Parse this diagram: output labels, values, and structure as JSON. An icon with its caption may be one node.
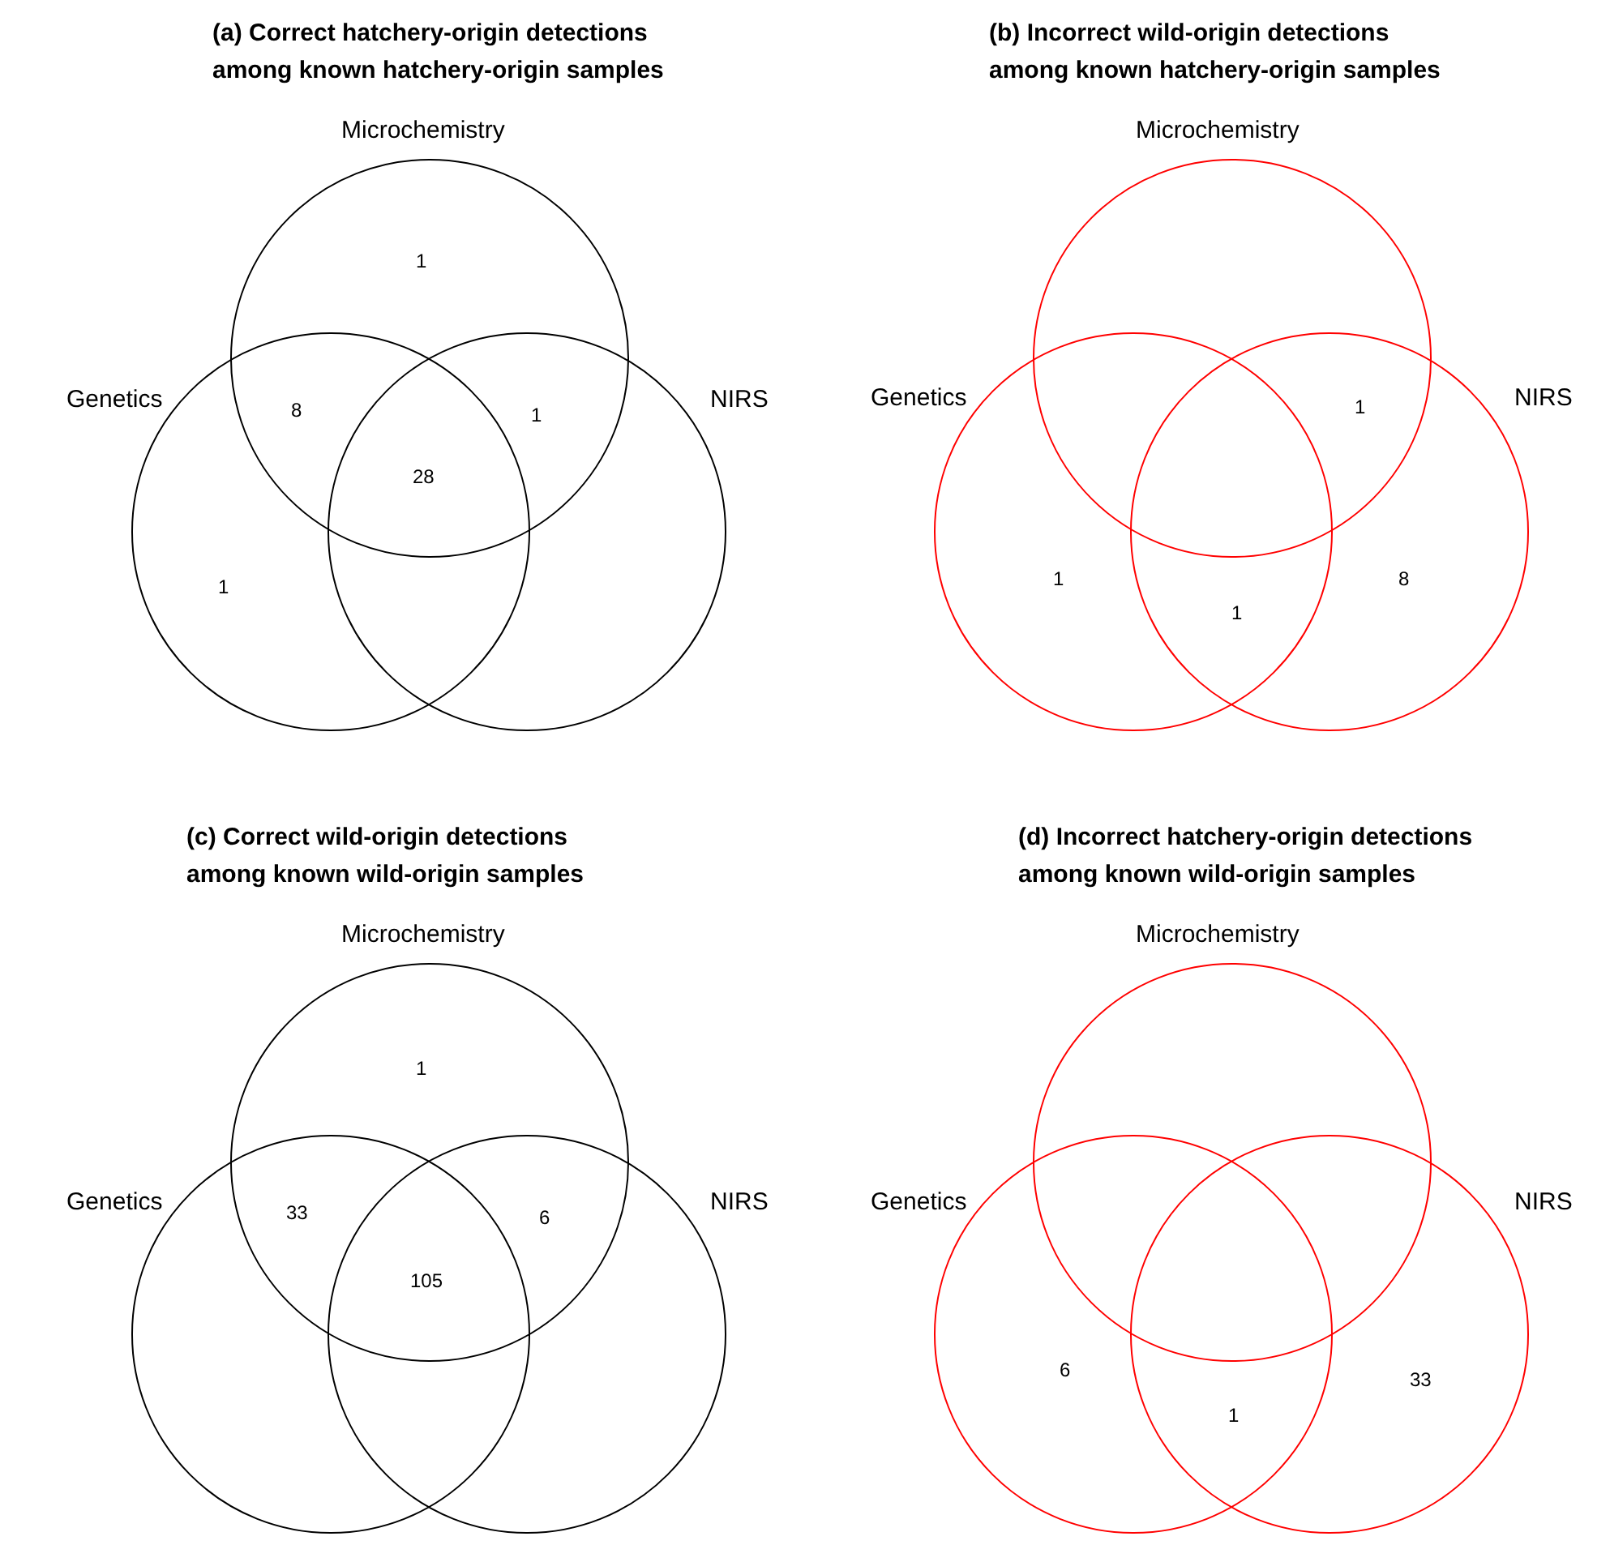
{
  "diagram": {
    "nodes": [
      {
        "text": [
          "Microchemistry"
        ]
      },
      {
        "text": [
          "Genetics"
        ]
      },
      {
        "text": [
          "NIRS"
        ]
      },
      {
        "text": [
          "Microchemistry"
        ]
      },
      {
        "text": [
          "Genetics"
        ]
      },
      {
        "text": [
          "NIRS"
        ]
      },
      {
        "text": [
          "Microchemistry"
        ]
      },
      {
        "text": [
          "Genetics"
        ]
      },
      {
        "text": [
          "NIRS"
        ]
      },
      {
        "text": [
          "Microchemistry"
        ]
      },
      {
        "text": [
          "Genetics"
        ]
      },
      {
        "text": [
          "NIRS"
        ]
      }
    ],
    "labels": [
      "(a) Correct hatchery-origin detections among known hatchery-origin samples",
      "1",
      "8",
      "1",
      "28",
      "1",
      "(b) Incorrect wild-origin detections among known hatchery-origin samples",
      "1",
      "1",
      "8",
      "1",
      "(c) Correct wild-origin detections among known wild-origin samples",
      "1",
      "33",
      "6",
      "105",
      "(d) Incorrect hatchery-origin detections among known wild-origin samples",
      "6",
      "33",
      "1"
    ]
  }
}
